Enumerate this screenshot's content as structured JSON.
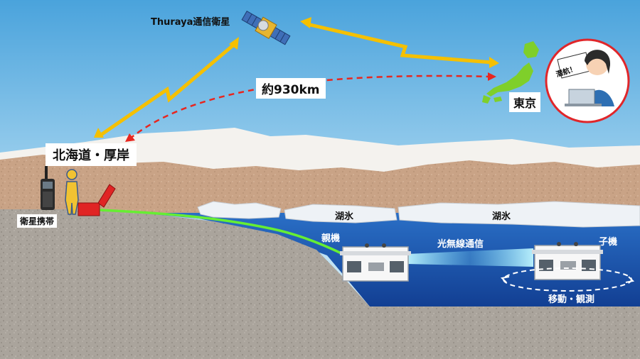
{
  "labels": {
    "satellite": "Thuraya通信衛星",
    "distance": "約930km",
    "site": "北海道・厚岸",
    "tokyo": "東京",
    "satellite_phone": "衛星携帯",
    "lake_ice_1": "湖氷",
    "lake_ice_2": "湖氷",
    "parent_unit": "親機",
    "optical_comm": "光無線通信",
    "child_unit": "子機",
    "move_observe": "移動・観測",
    "speech": "潜航！"
  },
  "colors": {
    "sky_top": "#4aa3dc",
    "sky_bottom": "#d8eef8",
    "water": "#1c5fb5",
    "ground": "#a9a39b",
    "mountain": "#c7a286",
    "ice": "#eef2f6",
    "link_arrow": "#f5c000",
    "dashed_arrow": "#e8261f",
    "cable": "#66ee33",
    "japan_map": "#7fcf2a",
    "circle_border": "#e0262a"
  },
  "icons": [
    "satellite-icon",
    "japan-map-icon",
    "operator-icon",
    "satellite-phone-icon",
    "person-icon",
    "equipment-box-icon",
    "parent-robot-icon",
    "child-robot-icon"
  ]
}
